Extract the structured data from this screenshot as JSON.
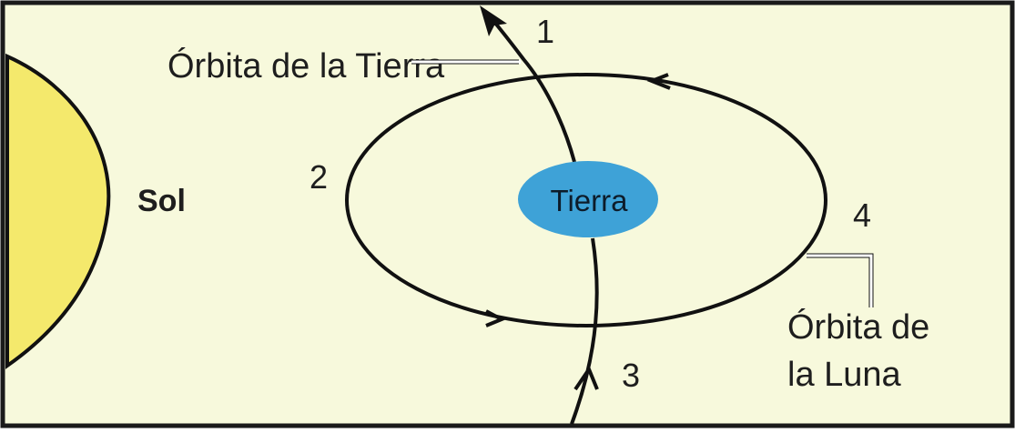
{
  "sun": {
    "label": "Sol"
  },
  "earth": {
    "label": "Tierra"
  },
  "earth_orbit_label": "Órbita de la Tierra",
  "moon_orbit_label": [
    "Órbita de",
    "la Luna"
  ],
  "positions": [
    "1",
    "2",
    "3",
    "4"
  ],
  "colors": {
    "background": "#f7f9dc",
    "border": "#1a1a1a",
    "sun": "#f4e96c",
    "earth": "#3ea2d7",
    "line": "#111111",
    "leader": "#ffffff"
  }
}
